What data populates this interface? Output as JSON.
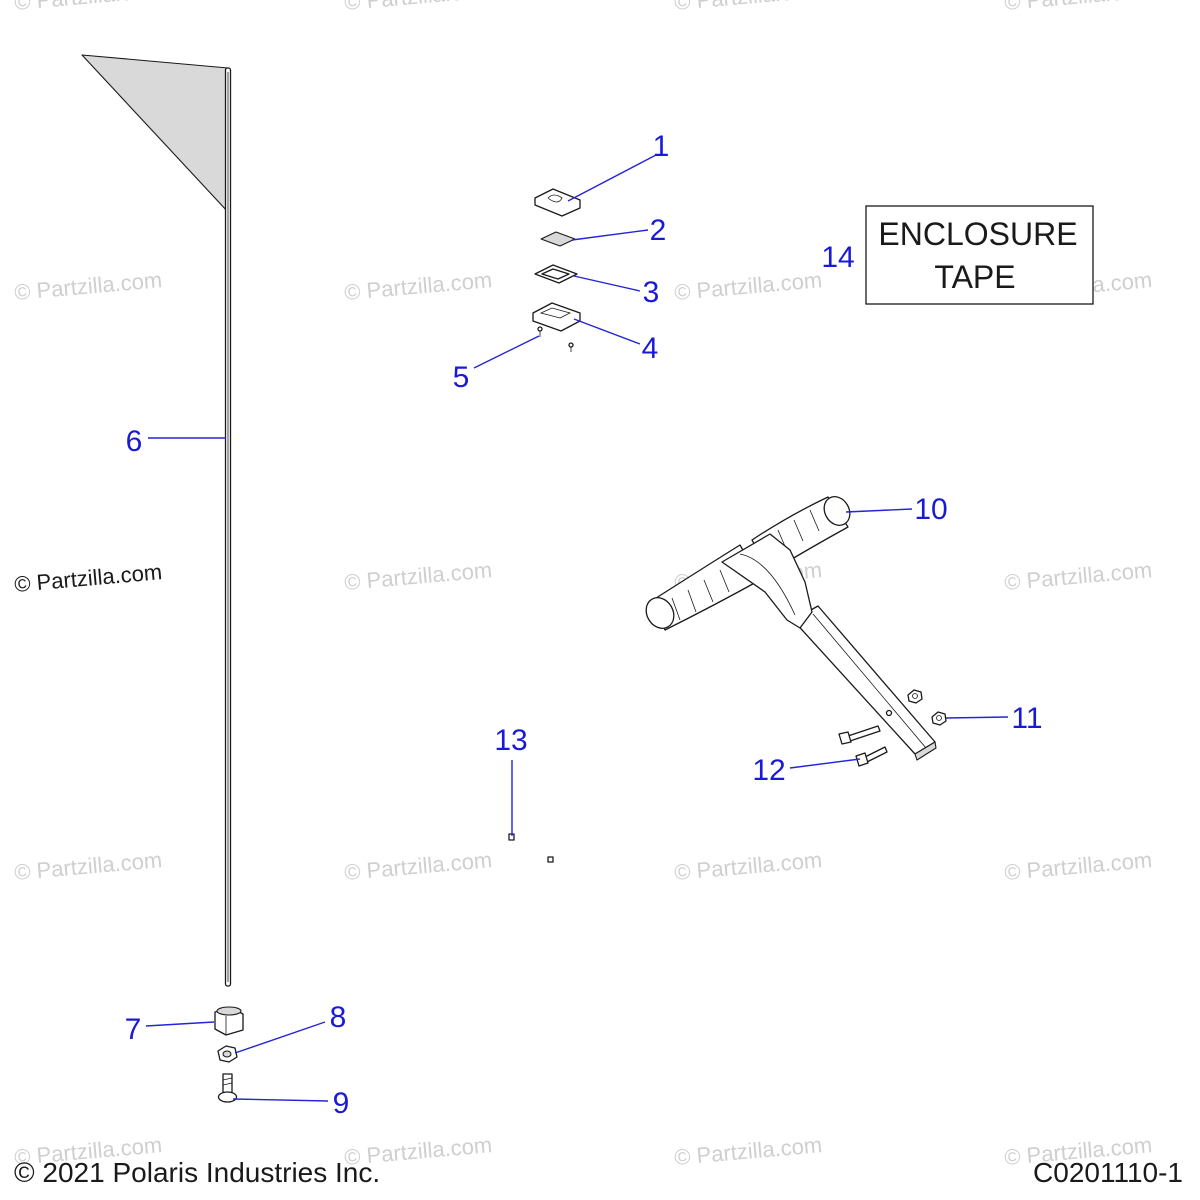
{
  "watermark_text": "© Partzilla.com",
  "labels": {
    "l1": "1",
    "l2": "2",
    "l3": "3",
    "l4": "4",
    "l5": "5",
    "l6": "6",
    "l7": "7",
    "l8": "8",
    "l9": "9",
    "l10": "10",
    "l11": "11",
    "l12": "12",
    "l13": "13",
    "l14": "14"
  },
  "enclosure_box": {
    "line1": "ENCLOSURE",
    "line2": "TAPE"
  },
  "footer": {
    "copyright": "© 2021 Polaris Industries Inc.",
    "diagram_code": "C0201110-1"
  },
  "colors": {
    "callout": "#1a1ad6",
    "flag_fill": "#d9d9d9",
    "watermark": "#cfcfcf"
  }
}
